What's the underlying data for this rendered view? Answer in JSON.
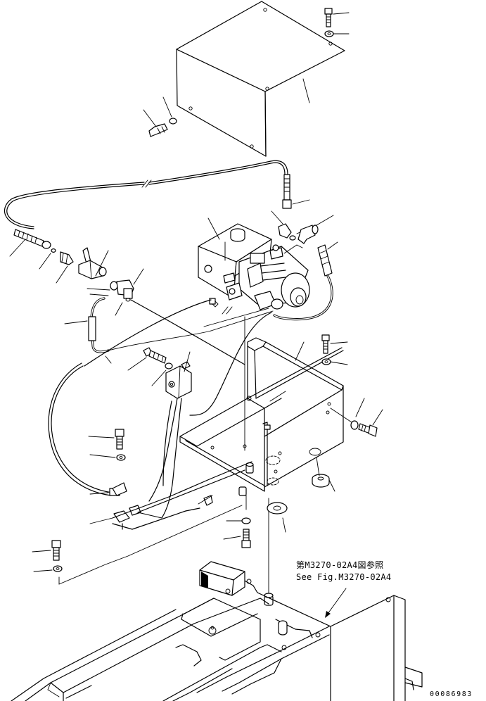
{
  "reference_note": {
    "line_1": "第M3270-02A4図参照",
    "line_2": "See Fig.M3270-02A4"
  },
  "drawing_number": "00086983"
}
